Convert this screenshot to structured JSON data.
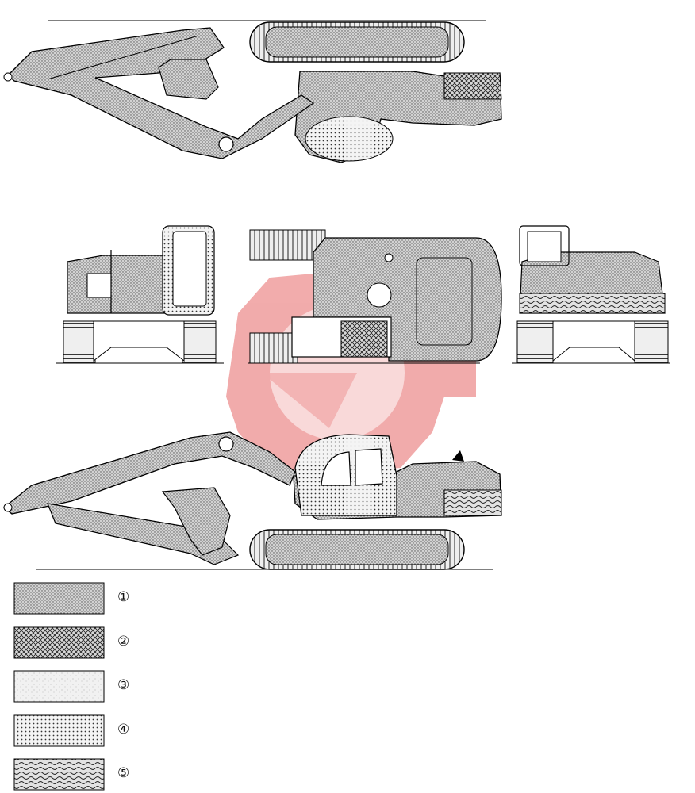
{
  "legend": {
    "items": [
      {
        "marker": "①",
        "pattern": "fine-gray-stipple"
      },
      {
        "marker": "②",
        "pattern": "crosshatch"
      },
      {
        "marker": "③",
        "pattern": "light-speckle"
      },
      {
        "marker": "④",
        "pattern": "dots"
      },
      {
        "marker": "⑤",
        "pattern": "waves"
      }
    ]
  },
  "watermark": {
    "color": "#e03a3a",
    "icon": "gear-logo-icon"
  },
  "views": [
    "top-view",
    "rear-view",
    "plan-view",
    "front-view",
    "side-view"
  ]
}
